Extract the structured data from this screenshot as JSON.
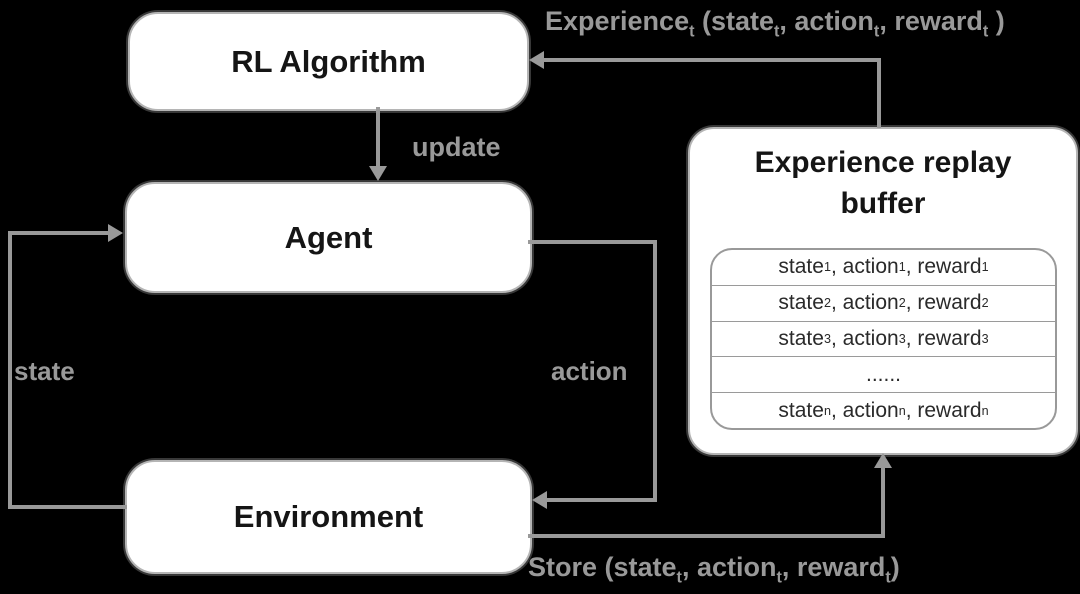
{
  "diagram": {
    "colors": {
      "background": "#000000",
      "box_fill": "#ffffff",
      "box_border": "#b5b5b5",
      "box_text": "#151515",
      "line": "#999999",
      "edge_label": "#999999"
    },
    "nodes": {
      "rl_algorithm": {
        "label": "RL Algorithm"
      },
      "agent": {
        "label": "Agent"
      },
      "environment": {
        "label": "Environment"
      },
      "buffer": {
        "title": "Experience replay buffer"
      }
    },
    "buffer": {
      "rows": [
        [
          {
            "t": "state"
          },
          {
            "sub": "1"
          },
          {
            "t": ", action"
          },
          {
            "sub": "1"
          },
          {
            "t": ", reward"
          },
          {
            "sub": "1"
          }
        ],
        [
          {
            "t": "state"
          },
          {
            "sub": "2"
          },
          {
            "t": ", action"
          },
          {
            "sub": "2"
          },
          {
            "t": ", reward"
          },
          {
            "sub": "2"
          }
        ],
        [
          {
            "t": "state"
          },
          {
            "sub": "3"
          },
          {
            "t": ", action"
          },
          {
            "sub": "3"
          },
          {
            "t": ", reward"
          },
          {
            "sub": "3"
          }
        ],
        [
          {
            "t": "......"
          }
        ],
        [
          {
            "t": "state"
          },
          {
            "sub": "n"
          },
          {
            "t": ", action"
          },
          {
            "sub": "n"
          },
          {
            "t": ", reward"
          },
          {
            "sub": "n"
          }
        ]
      ]
    },
    "edges": {
      "update": {
        "label": "update"
      },
      "state": {
        "label": "state"
      },
      "action": {
        "label": "action"
      },
      "experience": {
        "label": [
          {
            "t": "Experience"
          },
          {
            "sub": "t"
          },
          {
            "t": " (state"
          },
          {
            "sub": "t"
          },
          {
            "t": ", action"
          },
          {
            "sub": "t"
          },
          {
            "t": ", reward"
          },
          {
            "sub": "t"
          },
          {
            "t": " )"
          }
        ]
      },
      "store": {
        "label": [
          {
            "t": "Store (state"
          },
          {
            "sub": "t"
          },
          {
            "t": ", action"
          },
          {
            "sub": "t"
          },
          {
            "t": ", reward"
          },
          {
            "sub": "t"
          },
          {
            "t": ")"
          }
        ]
      }
    }
  }
}
